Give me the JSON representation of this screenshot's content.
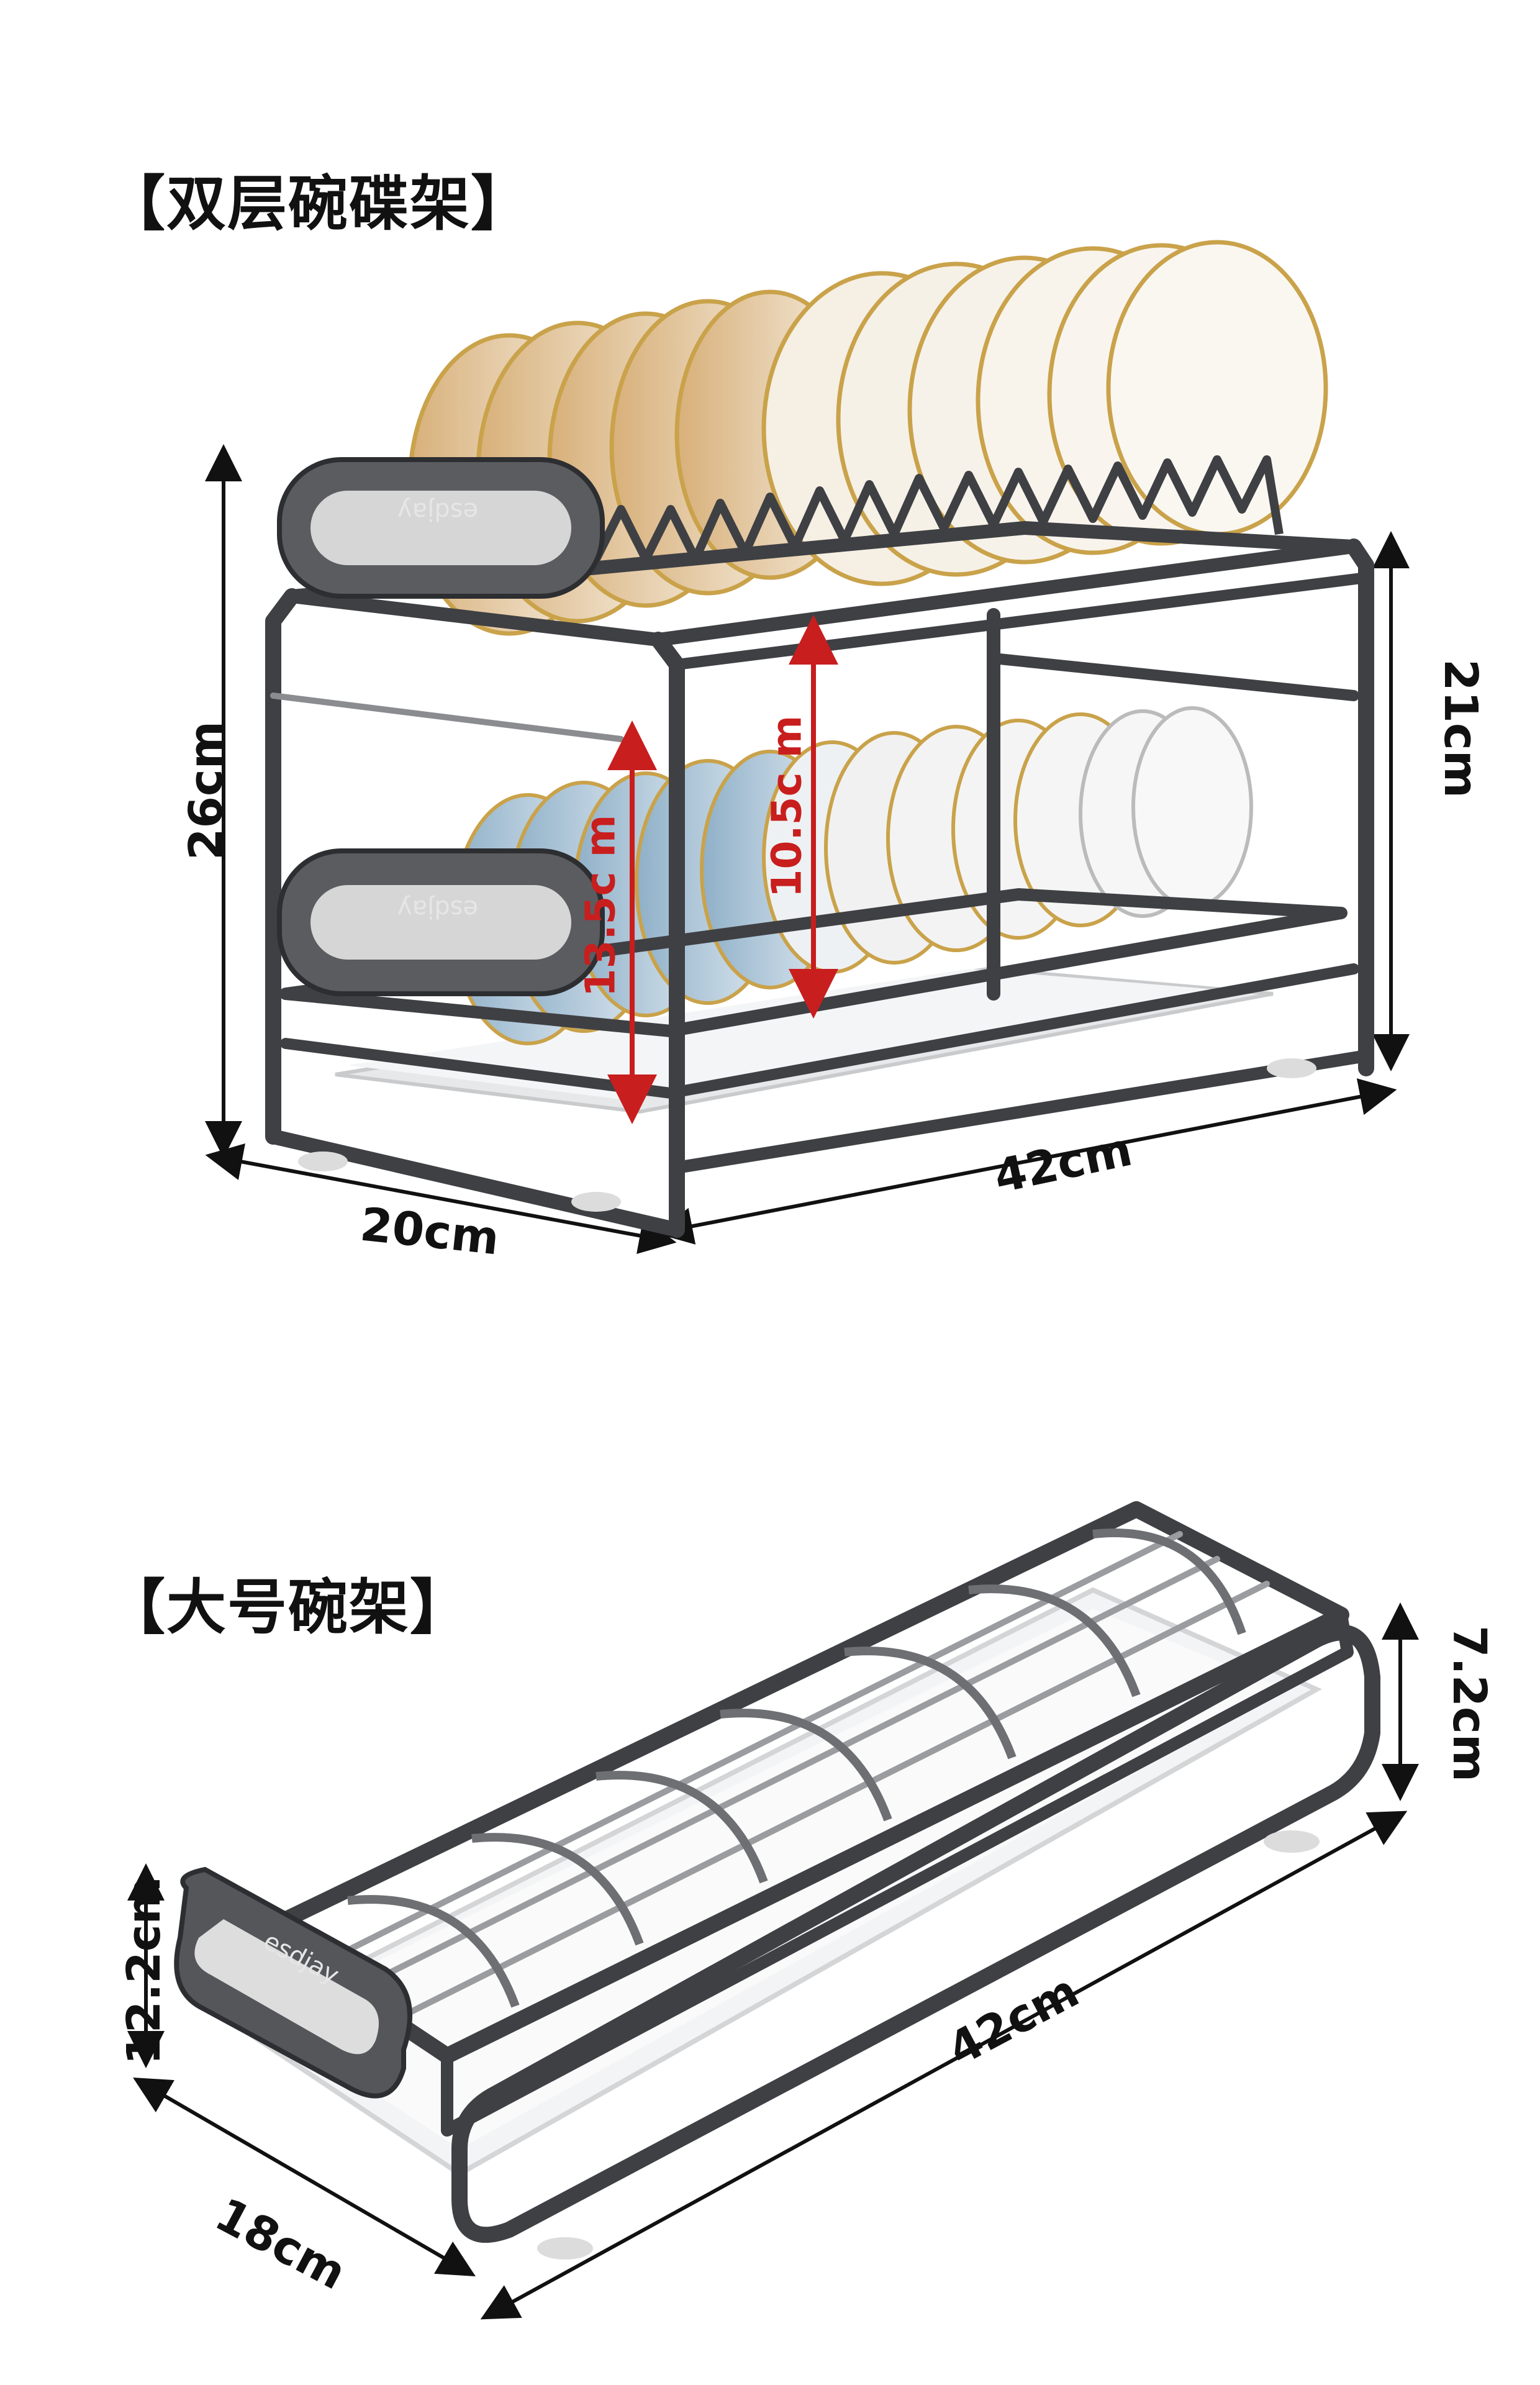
{
  "sections": [
    {
      "title": "【双层碗碟架】",
      "dimensions": {
        "height_total": "26cm",
        "height_right": "21cm",
        "depth": "20cm",
        "width": "42cm",
        "lower_gap": "13.5c m",
        "upper_gap": "10.5c m"
      },
      "brand_text": "esdjay"
    },
    {
      "title": "【大号碗架】",
      "dimensions": {
        "height_left": "12.2cm",
        "height_right": "7.2cm",
        "width": "42cm",
        "depth": "18cm"
      },
      "brand_text": "esdjay"
    }
  ],
  "colors": {
    "frame": "#3f4044",
    "frame_highlight": "#8a8c90",
    "plate_rim": "#c9a24a",
    "plate_body": "#f3ece0",
    "bowl_blue": "#a9c3d6",
    "accent_red": "#c81e1e",
    "tray": "#e9eaec"
  }
}
